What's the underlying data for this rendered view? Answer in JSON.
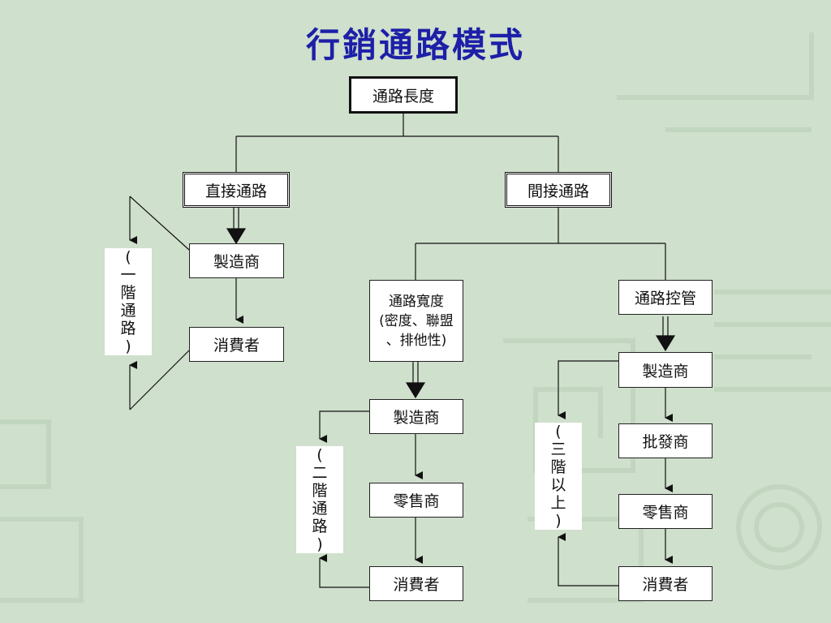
{
  "title": "行銷通路模式",
  "nodes": {
    "root": "通路長度",
    "direct": "直接通路",
    "indirect": "間接通路",
    "direct_manufacturer": "製造商",
    "direct_consumer": "消費者",
    "width_line1": "通路寬度",
    "width_line2": "(密度、聯盟",
    "width_line3": "、排他性)",
    "control": "通路控管",
    "mid_manufacturer": "製造商",
    "mid_retailer": "零售商",
    "mid_consumer": "消費者",
    "right_manufacturer": "製造商",
    "right_wholesaler": "批發商",
    "right_retailer": "零售商",
    "right_consumer": "消費者"
  },
  "labels": {
    "one_level": [
      "(",
      "一",
      "階",
      "通",
      "路",
      ")"
    ],
    "two_level": [
      "(",
      "二",
      "階",
      "通",
      "路",
      ")"
    ],
    "three_level": [
      "(",
      "三",
      "階",
      "以",
      "上",
      ")"
    ]
  },
  "colors": {
    "background": "#cfe0cc",
    "title": "#1d1fa8"
  }
}
